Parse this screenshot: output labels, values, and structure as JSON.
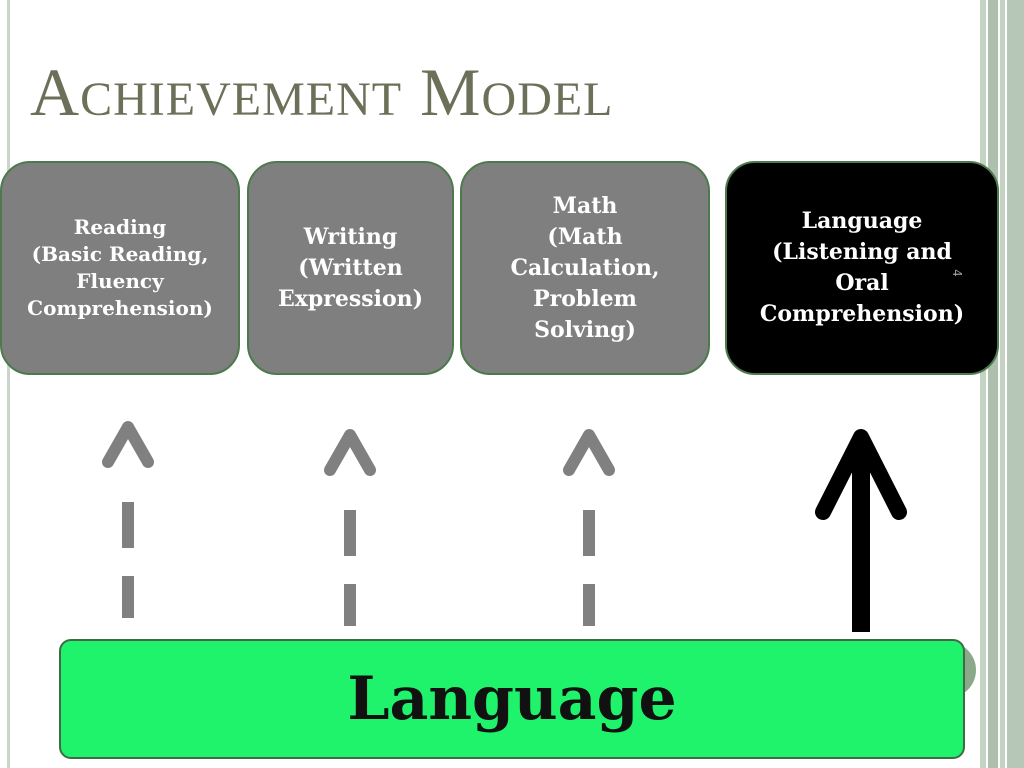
{
  "slide": {
    "title": "Achievement Model",
    "page_number": "4"
  },
  "boxes": [
    {
      "lines": [
        "Reading",
        "(Basic Reading,",
        "Fluency",
        "Comprehension)"
      ]
    },
    {
      "lines": [
        "Writing",
        "(Written",
        "Expression)"
      ]
    },
    {
      "lines": [
        "Math",
        "(Math",
        "Calculation,",
        "Problem",
        "Solving)"
      ]
    },
    {
      "lines": [
        "Language",
        "(Listening and",
        "Oral",
        "Comprehension)"
      ]
    }
  ],
  "arrows": [
    {
      "style": "dashed",
      "color": "#808080"
    },
    {
      "style": "dashed",
      "color": "#808080"
    },
    {
      "style": "dashed",
      "color": "#808080"
    },
    {
      "style": "solid",
      "color": "#000000"
    }
  ],
  "base": {
    "label": "Language",
    "color": "#1ff26b"
  },
  "colors": {
    "box_gray": "#7f7f7f",
    "box_highlight": "#000000",
    "border_green": "#4d7a4d",
    "title": "#6b7058"
  }
}
